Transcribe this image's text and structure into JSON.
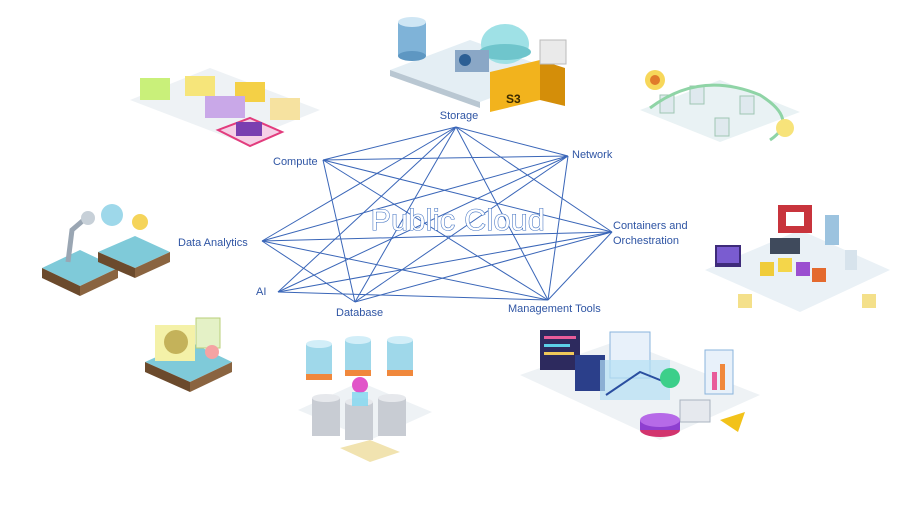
{
  "title": "Public Cloud",
  "nodes": [
    {
      "id": "storage",
      "label": "Storage",
      "icon": "storage-illustration"
    },
    {
      "id": "network",
      "label": "Network",
      "icon": "network-illustration"
    },
    {
      "id": "compute",
      "label": "Compute",
      "icon": "compute-illustration"
    },
    {
      "id": "containers",
      "label": [
        "Containers and",
        "Orchestration"
      ],
      "icon": "containers-illustration"
    },
    {
      "id": "data-analytics",
      "label": "Data Analytics",
      "icon": "data-analytics-illustration"
    },
    {
      "id": "ai",
      "label": "AI",
      "icon": "ai-illustration"
    },
    {
      "id": "database",
      "label": "Database",
      "icon": "database-illustration"
    },
    {
      "id": "management-tools",
      "label": "Management Tools",
      "icon": "management-tools-illustration"
    }
  ],
  "colors": {
    "line": "#3a66b8",
    "label": "#2f55a4",
    "title_outline": "#3d6fc0"
  }
}
